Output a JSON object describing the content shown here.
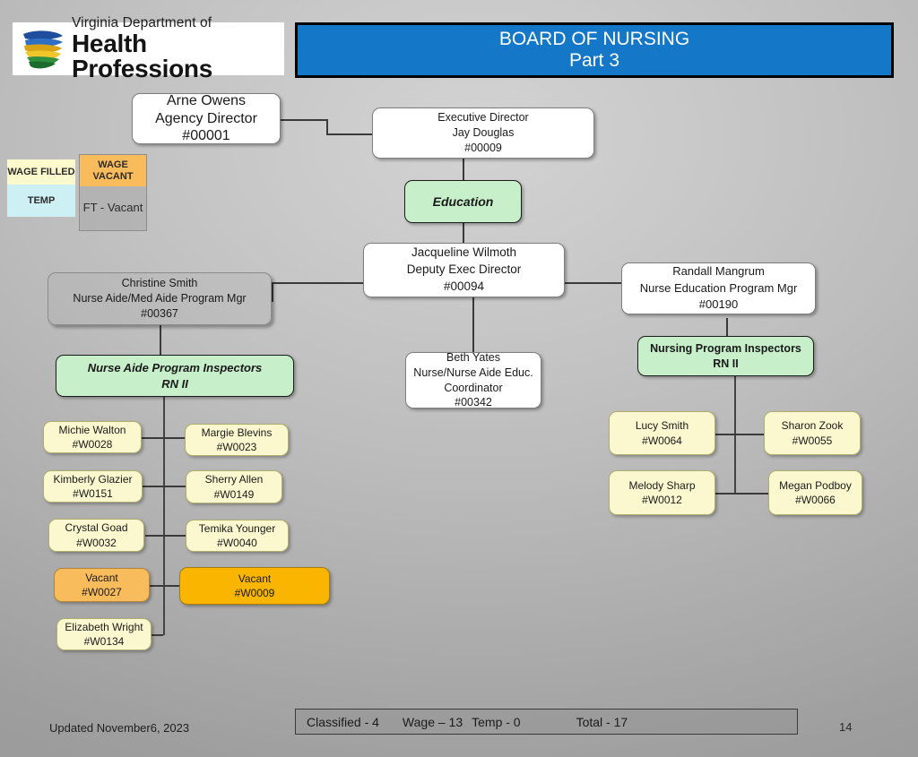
{
  "logo": {
    "line1": "Virginia Department of",
    "line2": "Health Professions",
    "icon": "vdhp-shield-swoosh-logo"
  },
  "banner": {
    "title": "BOARD OF NURSING",
    "subtitle": "Part 3",
    "fill_color": "#1577c8",
    "text_color": "#ffffff"
  },
  "legend": {
    "wage_filled": "WAGE FILLED",
    "temp": "TEMP",
    "wage_vacant": "WAGE VACANT",
    "ft_vacant": "FT - Vacant",
    "colors": {
      "wage_filled": "#fcf9cd",
      "temp": "#cdf0f4",
      "wage_vacant": "#f9bc5c",
      "ft_vacant": "#9e9e9e"
    }
  },
  "chart_data": {
    "type": "org-chart",
    "title": "BOARD OF NURSING Part 3",
    "nodes": [
      {
        "id": "agency-director",
        "name": "Arne Owens",
        "title": "Agency Director",
        "position_number": "#00001",
        "style": "white"
      },
      {
        "id": "executive-director",
        "name": "Jay Douglas",
        "title": "Executive Director",
        "position_number": "#00009",
        "style": "white"
      },
      {
        "id": "education-unit",
        "name": "Education",
        "style": "green-italic"
      },
      {
        "id": "deputy-exec-director",
        "name": "Jacqueline Wilmoth",
        "title": "Deputy Exec Director",
        "position_number": "#00094",
        "style": "white"
      },
      {
        "id": "nurse-aide-program-mgr",
        "name": "Christine Smith",
        "title": "Nurse Aide/Med Aide Program  Mgr",
        "position_number": "#00367",
        "style": "ghost"
      },
      {
        "id": "nurse-education-program-mgr",
        "name": "Randall Mangrum",
        "title": "Nurse Education Program Mgr",
        "position_number": "#00190",
        "style": "white"
      },
      {
        "id": "nurse-aide-program-inspectors",
        "name": "Nurse Aide Program Inspectors",
        "title": "RN II",
        "style": "green-italic"
      },
      {
        "id": "nursing-program-inspectors",
        "name": "Nursing Program Inspectors",
        "title": "RN II",
        "style": "green"
      },
      {
        "id": "nurse-educ-coordinator",
        "name": "Beth Yates",
        "title": "Nurse/Nurse Aide Educ.",
        "title2": "Coordinator",
        "position_number": "#00342",
        "style": "white"
      },
      {
        "id": "michie-walton",
        "name": "Michie Walton",
        "position_number": "#W0028",
        "style": "wage"
      },
      {
        "id": "margie-blevins",
        "name": "Margie Blevins",
        "position_number": "#W0023",
        "style": "wage"
      },
      {
        "id": "kimberly-glazier",
        "name": "Kimberly Glazier",
        "position_number": "#W0151",
        "style": "wage"
      },
      {
        "id": "sherry-allen",
        "name": "Sherry Allen",
        "position_number": "#W0149",
        "style": "wage"
      },
      {
        "id": "crystal-goad",
        "name": "Crystal Goad",
        "position_number": "#W0032",
        "style": "wage"
      },
      {
        "id": "temika-younger",
        "name": "Temika Younger",
        "position_number": "#W0040",
        "style": "wage"
      },
      {
        "id": "vacant-w0027",
        "name": "Vacant",
        "position_number": "#W0027",
        "style": "vacant-light"
      },
      {
        "id": "vacant-w0009",
        "name": "Vacant",
        "position_number": "#W0009",
        "style": "vacant-strong"
      },
      {
        "id": "elizabeth-wright",
        "name": "Elizabeth Wright",
        "position_number": "#W0134",
        "style": "wage"
      },
      {
        "id": "lucy-smith",
        "name": "Lucy Smith",
        "position_number": "#W0064",
        "style": "wage"
      },
      {
        "id": "sharon-zook",
        "name": "Sharon Zook",
        "position_number": "#W0055",
        "style": "wage"
      },
      {
        "id": "melody-sharp",
        "name": "Melody Sharp",
        "position_number": "#W0012",
        "style": "wage"
      },
      {
        "id": "megan-podboy",
        "name": "Megan Podboy",
        "position_number": "#W0066",
        "style": "wage"
      }
    ],
    "edges": [
      [
        "agency-director",
        "executive-director"
      ],
      [
        "executive-director",
        "education-unit"
      ],
      [
        "education-unit",
        "deputy-exec-director"
      ],
      [
        "deputy-exec-director",
        "nurse-aide-program-mgr"
      ],
      [
        "deputy-exec-director",
        "nurse-education-program-mgr"
      ],
      [
        "deputy-exec-director",
        "nurse-educ-coordinator"
      ],
      [
        "nurse-aide-program-mgr",
        "nurse-aide-program-inspectors"
      ],
      [
        "nurse-education-program-mgr",
        "nursing-program-inspectors"
      ],
      [
        "nurse-aide-program-inspectors",
        "michie-walton"
      ],
      [
        "nurse-aide-program-inspectors",
        "margie-blevins"
      ],
      [
        "nurse-aide-program-inspectors",
        "kimberly-glazier"
      ],
      [
        "nurse-aide-program-inspectors",
        "sherry-allen"
      ],
      [
        "nurse-aide-program-inspectors",
        "crystal-goad"
      ],
      [
        "nurse-aide-program-inspectors",
        "temika-younger"
      ],
      [
        "nurse-aide-program-inspectors",
        "vacant-w0027"
      ],
      [
        "nurse-aide-program-inspectors",
        "vacant-w0009"
      ],
      [
        "nurse-aide-program-inspectors",
        "elizabeth-wright"
      ],
      [
        "nursing-program-inspectors",
        "lucy-smith"
      ],
      [
        "nursing-program-inspectors",
        "sharon-zook"
      ],
      [
        "nursing-program-inspectors",
        "melody-sharp"
      ],
      [
        "nursing-program-inspectors",
        "megan-podboy"
      ]
    ]
  },
  "nodes": {
    "agency_director": {
      "l1": "Arne Owens",
      "l2": "Agency Director",
      "l3": "#00001"
    },
    "executive_director": {
      "l1": "Executive Director",
      "l2": "Jay Douglas",
      "l3": "#00009"
    },
    "education": {
      "l1": "Education"
    },
    "deputy_exec_director": {
      "l1": "Jacqueline Wilmoth",
      "l2": "Deputy Exec Director",
      "l3": "#00094"
    },
    "nurse_aide_mgr": {
      "l1": "Christine Smith",
      "l2": "Nurse Aide/Med Aide Program  Mgr",
      "l3": "#00367"
    },
    "nurse_educ_mgr": {
      "l1": "Randall Mangrum",
      "l2": "Nurse Education Program Mgr",
      "l3": "#00190"
    },
    "na_inspectors": {
      "l1": "Nurse Aide Program Inspectors",
      "l2": "RN II"
    },
    "np_inspectors": {
      "l1": "Nursing Program Inspectors",
      "l2": "RN II"
    },
    "beth_yates": {
      "l1": "Beth Yates",
      "l2": "Nurse/Nurse Aide Educ.",
      "l3": "Coordinator",
      "l4": "#00342"
    },
    "michie_walton": {
      "l1": "Michie Walton",
      "l2": "#W0028"
    },
    "margie_blevins": {
      "l1": "Margie Blevins",
      "l2": "#W0023"
    },
    "kimberly_glazier": {
      "l1": "Kimberly Glazier",
      "l2": "#W0151"
    },
    "sherry_allen": {
      "l1": "Sherry Allen",
      "l2": "#W0149"
    },
    "crystal_goad": {
      "l1": "Crystal Goad",
      "l2": "#W0032"
    },
    "temika_younger": {
      "l1": "Temika Younger",
      "l2": "#W0040"
    },
    "vacant_w0027": {
      "l1": "Vacant",
      "l2": "#W0027"
    },
    "vacant_w0009": {
      "l1": "Vacant",
      "l2": "#W0009"
    },
    "elizabeth_wright": {
      "l1": "Elizabeth Wright",
      "l2": "#W0134"
    },
    "lucy_smith": {
      "l1": "Lucy Smith",
      "l2": "#W0064"
    },
    "sharon_zook": {
      "l1": "Sharon Zook",
      "l2": "#W0055"
    },
    "melody_sharp": {
      "l1": "Melody Sharp",
      "l2": "#W0012"
    },
    "megan_podboy": {
      "l1": "Megan Podboy",
      "l2": "#W0066"
    }
  },
  "footer": {
    "classified": "Classified - 4",
    "wage": "Wage – 13",
    "temp": "Temp - 0",
    "total": "Total - 17",
    "updated": "Updated November6, 2023",
    "page_number": "14"
  }
}
